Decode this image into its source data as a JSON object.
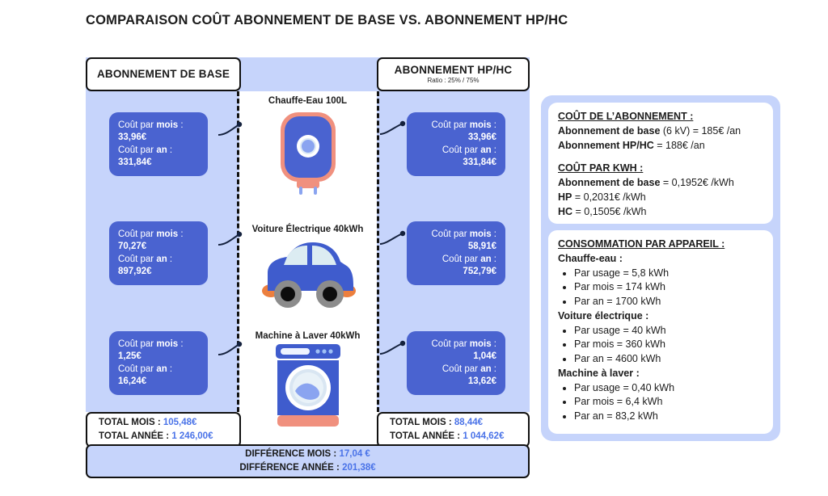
{
  "title": "COMPARAISON COÛT ABONNEMENT DE BASE VS. ABONNEMENT HP/HC",
  "compare": {
    "left_header": "ABONNEMENT DE BASE",
    "right_header": "ABONNEMENT HP/HC",
    "right_sub": "Ratio : 25% / 75%",
    "label_month": "Coût par ",
    "label_month_b": "mois",
    "label_year": "Coût par ",
    "label_year_b": "an",
    "colon": " :",
    "rows": [
      {
        "device": "Chauffe-Eau 100L",
        "device_icon": "water-heater-icon",
        "base": {
          "month": "33,96€",
          "year": "331,84€"
        },
        "hphc": {
          "month": "33,96€",
          "year": "331,84€"
        }
      },
      {
        "device": "Voiture Électrique 40kWh",
        "device_icon": "electric-car-icon",
        "base": {
          "month": "70,27€",
          "year": "897,92€"
        },
        "hphc": {
          "month": "58,91€",
          "year": "752,79€"
        }
      },
      {
        "device": "Machine à Laver 40kWh",
        "device_icon": "washing-machine-icon",
        "base": {
          "month": "1,25€",
          "year": "16,24€"
        },
        "hphc": {
          "month": "1,04€",
          "year": "13,62€"
        }
      }
    ],
    "totals": {
      "month_label": "TOTAL MOIS : ",
      "year_label": "TOTAL ANNÉE : ",
      "base_month": "105,48€",
      "base_year": "1 246,00€",
      "hphc_month": "88,44€",
      "hphc_year": "1 044,62€"
    },
    "difference": {
      "month_label": "DIFFÉRENCE MOIS : ",
      "month_value": "17,04 €",
      "year_label": "DIFFÉRENCE ANNÉE : ",
      "year_value": "201,38€"
    }
  },
  "info": {
    "subscription": {
      "heading": "COÛT DE L’ABONNEMENT :",
      "line1_bold": "Abonnement de base",
      "line1_rest": " (6 kV) = 185€ /an",
      "line2_bold": "Abonnement HP/HC",
      "line2_rest": " = 188€ /an"
    },
    "kwh": {
      "heading": "COÛT PAR KWH :",
      "line1_bold": "Abonnement de base",
      "line1_rest": " = 0,1952€ /kWh",
      "line2_bold": "HP",
      "line2_rest": " = 0,2031€ /kWh",
      "line3_bold": "HC",
      "line3_rest": " = 0,1505€ /kWh"
    },
    "consumption": {
      "heading": "CONSOMMATION PAR APPAREIL :",
      "groups": [
        {
          "name": "Chauffe-eau :",
          "items": [
            "Par usage = 5,8 kWh",
            "Par mois = 174 kWh",
            "Par an = 1700 kWh"
          ]
        },
        {
          "name": "Voiture électrique :",
          "items": [
            "Par usage = 40 kWh",
            "Par mois = 360 kWh",
            "Par an = 4600 kWh"
          ]
        },
        {
          "name": "Machine à laver :",
          "items": [
            "Par usage = 0,40 kWh",
            "Par mois = 6,4 kWh",
            "Par an = 83,2 kWh"
          ]
        }
      ]
    }
  },
  "colors": {
    "panel_bg": "#c6d4fb",
    "box_blue": "#4a63d0",
    "accent_text": "#4a73e8",
    "icon_orange": "#e8794a",
    "icon_blue": "#4a63d0",
    "icon_light": "#dce9f5"
  }
}
